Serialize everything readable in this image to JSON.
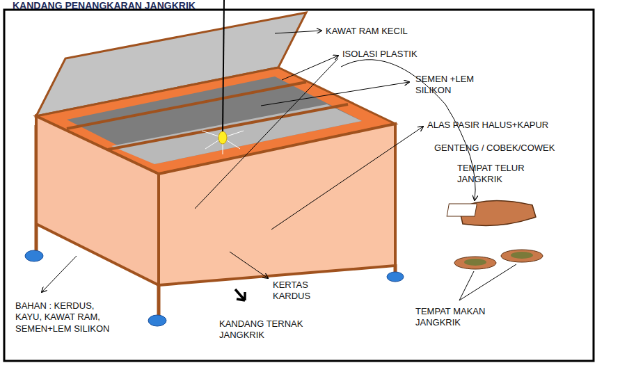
{
  "diagram": {
    "title": "KANDANG PENANGKARAN JANGKRIK",
    "labels": [
      "KAWAT RAM KECIL",
      "ISOLASI PLASTIK",
      "SEMEN +LEM SILIKON",
      "ALAS PASIR HALUS+KAPUR",
      "GENTENG / COBEK/COWEK",
      "TEMPAT TELUR JANGKRIK",
      "BAHAN : KERDUS, KAYU, KAWAT RAM, SEMEN+LEM SILIKON",
      "KERTAS KARDUS",
      "KANDANG TERNAK JANGKRIK",
      "TEMPAT MAKAN JANGKRIK"
    ]
  }
}
